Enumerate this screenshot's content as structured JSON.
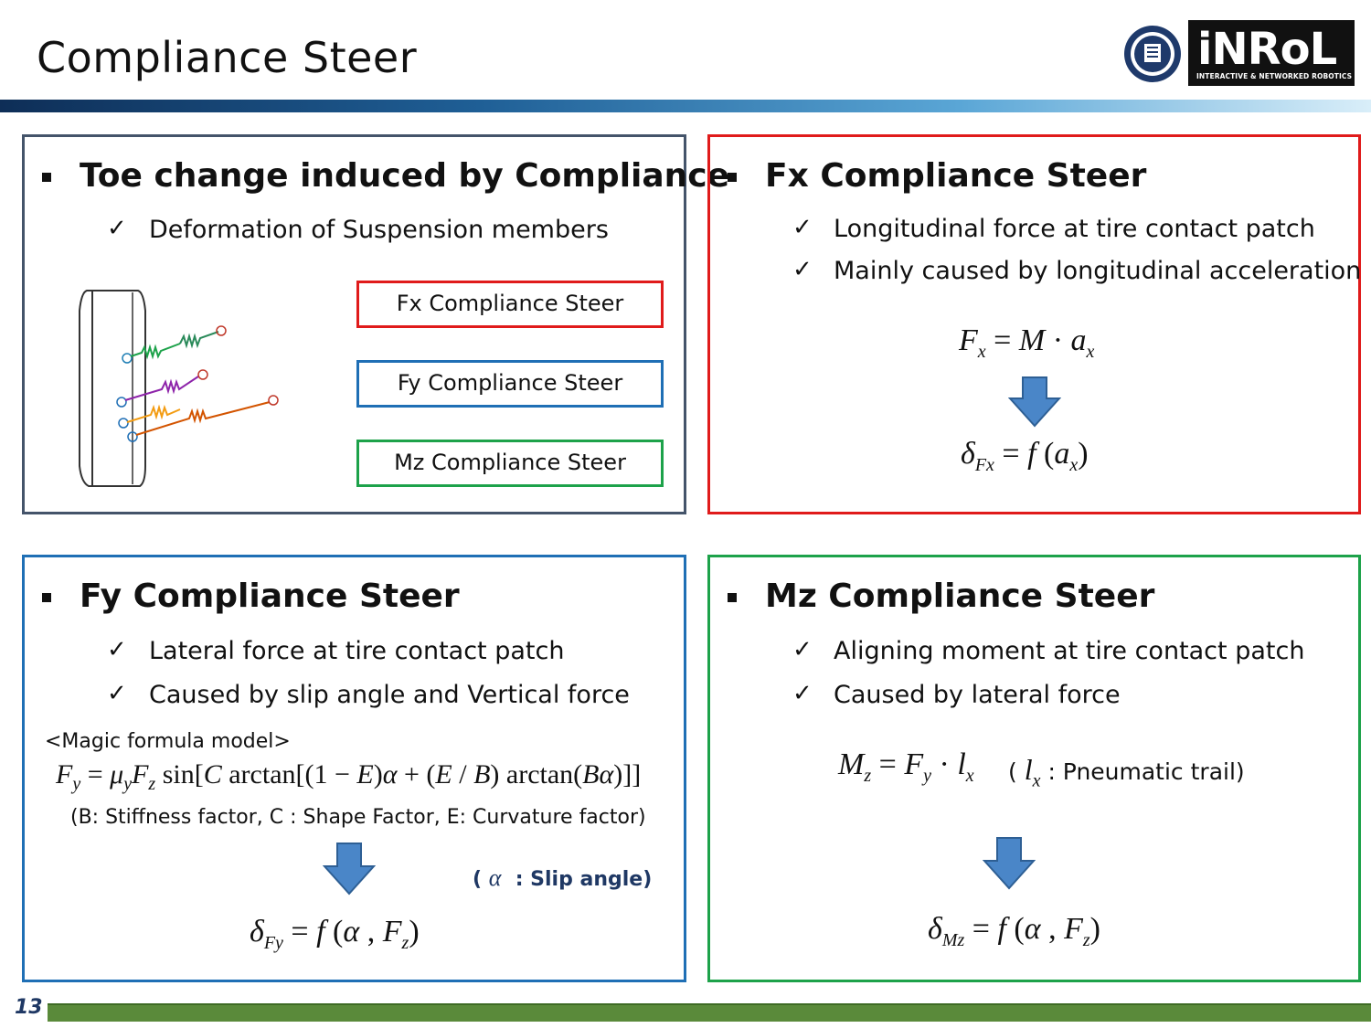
{
  "slide": {
    "title": "Compliance Steer",
    "page_number": "13"
  },
  "logo": {
    "main": "iNRoL",
    "sub": "INTERACTIVE & NETWORKED ROBOTICS LABORATORY"
  },
  "panel1": {
    "heading": "Toe change induced by Compliance",
    "items": [
      "Deformation of Suspension members"
    ],
    "boxes": [
      "Fx Compliance Steer",
      "Fy Compliance Steer",
      "Mz Compliance Steer"
    ]
  },
  "panel2": {
    "heading": "Fx Compliance Steer",
    "items": [
      "Longitudinal force at tire contact patch",
      "Mainly caused by longitudinal acceleration"
    ]
  },
  "panel3": {
    "heading": "Fy Compliance Steer",
    "items": [
      "Lateral force at tire contact patch",
      "Caused by slip angle and Vertical force"
    ],
    "model_label": "<Magic formula model>",
    "factors": "(B: Stiffness factor, C : Shape Factor, E: Curvature factor)",
    "slip_note": ": Slip angle)"
  },
  "panel4": {
    "heading": "Mz Compliance Steer",
    "items": [
      "Aligning moment at tire contact patch",
      "Caused by lateral force"
    ],
    "trail_note": ": Pneumatic trail)"
  },
  "colors": {
    "fx": "#e01b1b",
    "fy": "#1f6fb5",
    "mz": "#1da24a",
    "neutral": "#44546a",
    "arrow": "#4a86c8"
  }
}
